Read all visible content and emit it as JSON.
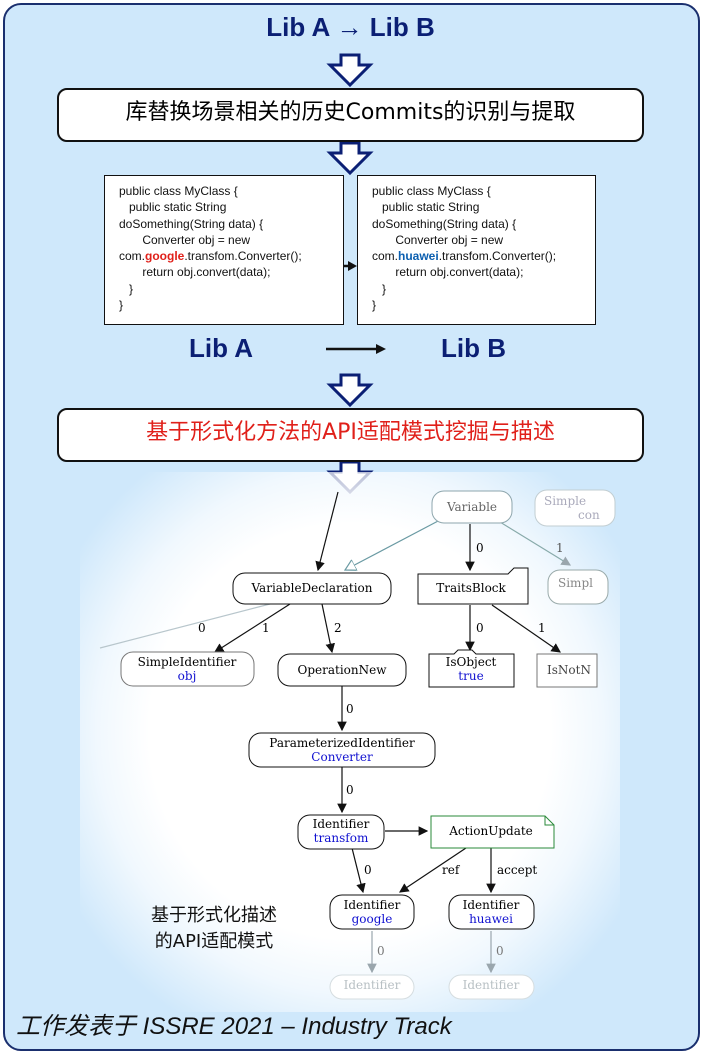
{
  "title": "Lib A → Lib B",
  "stage1": "库替换场景相关的历史Commits的识别与提取",
  "code_left": {
    "line1": "public class MyClass {",
    "line2": "   public static String",
    "line3": "doSomething(String data) {",
    "line4": "       Converter obj = new",
    "line5_prefix": "com.",
    "line5_hl": "google",
    "line5_suffix": ".transfom.Converter();",
    "line6": "       return obj.convert(data);",
    "line7": "   }",
    "line8": "}"
  },
  "code_right": {
    "line1": "public class MyClass {",
    "line2": "   public static String",
    "line3": "doSomething(String data) {",
    "line4": "       Converter obj = new",
    "line5_prefix": "com.",
    "line5_hl": "huawei",
    "line5_suffix": ".transfom.Converter();",
    "line6": "       return obj.convert(data);",
    "line7": "   }",
    "line8": "}"
  },
  "lib_a": "Lib A",
  "lib_b": "Lib B",
  "stage2": "基于形式化方法的API适配模式挖掘与描述",
  "graph": {
    "variable": "Variable",
    "simple_faded": "Simple",
    "simple_faded_sub": "con",
    "simple_faded2": "Simpl",
    "variable_declaration": "VariableDeclaration",
    "traits_block": "TraitsBlock",
    "simple_identifier": "SimpleIdentifier",
    "simple_identifier_val": "obj",
    "operation_new": "OperationNew",
    "is_object": "IsObject",
    "is_object_val": "true",
    "is_not": "IsNotN",
    "parameterized_identifier": "ParameterizedIdentifier",
    "parameterized_identifier_val": "Converter",
    "identifier1": "Identifier",
    "identifier1_val": "transfom",
    "action_update": "ActionUpdate",
    "identifier_google": "Identifier",
    "identifier_google_val": "google",
    "identifier_huawei": "Identifier",
    "identifier_huawei_val": "huawei",
    "identifier_faded1": "Identifier",
    "identifier_faded2": "Identifier",
    "edge_0": "0",
    "edge_1": "1",
    "edge_2": "2",
    "edge_ref": "ref",
    "edge_accept": "accept"
  },
  "caption_line1": "基于形式化描述",
  "caption_line2": "的API适配模式",
  "footer": "工作发表于 ISSRE 2021 – Industry Track",
  "colors": {
    "panel": "#cfe8fb",
    "navy": "#0b1f74",
    "red": "#e0201a",
    "blue_val": "#1010d0",
    "green": "#2a8a3a"
  }
}
